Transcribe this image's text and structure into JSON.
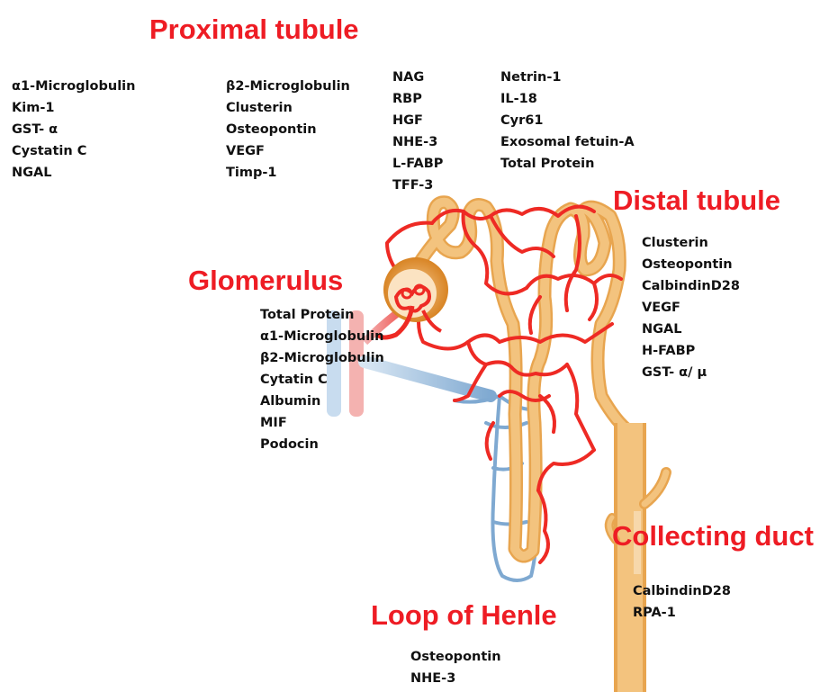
{
  "sections": {
    "proximal": {
      "title": "Proximal tubule",
      "col1": [
        "α1-Microglobulin",
        "Kim-1",
        "GST- α",
        "Cystatin C",
        "NGAL"
      ],
      "col2": [
        "β2-Microglobulin",
        "Clusterin",
        "Osteopontin",
        "VEGF",
        "Timp-1"
      ],
      "col3": [
        "NAG",
        "RBP",
        "HGF",
        "NHE-3",
        "L-FABP",
        "TFF-3"
      ],
      "col4": [
        "Netrin-1",
        "IL-18",
        "Cyr61",
        "Exosomal fetuin-A",
        "Total Protein"
      ]
    },
    "distal": {
      "title": "Distal tubule",
      "items": [
        "Clusterin",
        "Osteopontin",
        "CalbindinD28",
        "VEGF",
        "NGAL",
        "H-FABP",
        "GST- α/ μ"
      ]
    },
    "glomerulus": {
      "title": "Glomerulus",
      "items": [
        "Total Protein",
        "α1-Microglobulin",
        "β2-Microglobulin",
        "Cytatin C",
        "Albumin",
        "MIF",
        "Podocin"
      ]
    },
    "collecting": {
      "title": "Collecting duct",
      "items": [
        "CalbindinD28",
        "RPA-1"
      ]
    },
    "henle": {
      "title": "Loop of Henle",
      "items": [
        "Osteopontin",
        "NHE-3"
      ]
    }
  },
  "colors": {
    "title_red": "#ee1c24",
    "artery_red": "#ee2a24",
    "vein_blue": "#7fa9d1",
    "tubule_orange": "#f3c37e",
    "tubule_outline": "#e8a54f",
    "capsule_orange": "#e08a2c"
  }
}
